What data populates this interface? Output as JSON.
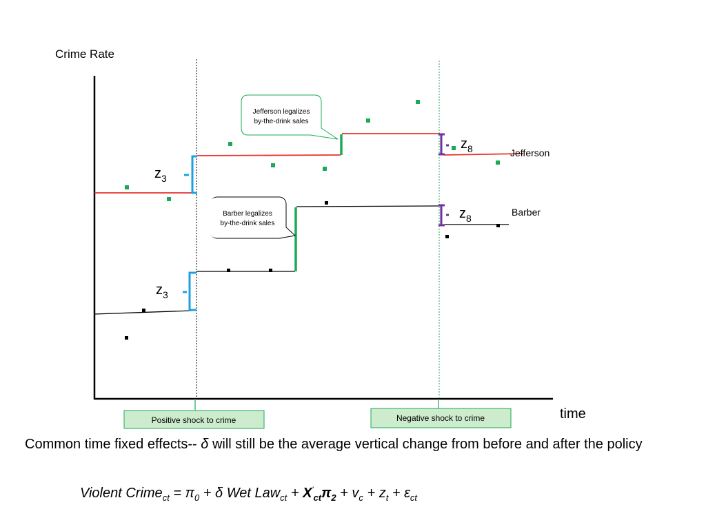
{
  "diagram": {
    "y_axis_label": "Crime Rate",
    "x_axis_label": "time",
    "series": {
      "jefferson": {
        "name": "Jefferson",
        "color": "#e8312a",
        "point_color": "#1aaa55"
      },
      "barber": {
        "name": "Barber",
        "color": "#000000",
        "point_color": "#000000"
      }
    },
    "time_effects": {
      "z3_label": "z",
      "z3_sub": "3",
      "z8_label": "z",
      "z8_sub": "8",
      "z3_color": "#1ba1e2",
      "z8_color": "#7030a0"
    },
    "callouts": {
      "jefferson": [
        "Jefferson legalizes",
        "by-the-drink sales"
      ],
      "barber": [
        "Barber legalizes",
        "by-the-drink sales"
      ],
      "callout_border_jefferson": "#1aaa55",
      "callout_border_barber": "#000000"
    },
    "shocks": {
      "positive": "Positive shock to crime",
      "negative": "Negative shock to crime",
      "box_fill": "#cdeccd",
      "box_border": "#1aaa55"
    },
    "policy_jump_color": "#1aaa55"
  },
  "caption": {
    "prefix": "Common time fixed effects-- ",
    "symbol": "δ",
    "suffix": " will still be the average vertical change from before and after the policy"
  },
  "formula": {
    "lhs": "Violent Crime",
    "lhs_sub": "ct",
    "eq": " = ",
    "pi0": "π",
    "pi0_sub": "0",
    "plus1": " + ",
    "delta": "δ",
    "wet": " Wet Law",
    "wet_sub": "ct",
    "plus2": " + ",
    "x": "X",
    "x_sup": "'",
    "x_sub": "ct",
    "pi2": "π",
    "pi2_sub": "2",
    "plus3": " + ",
    "v": "v",
    "v_sub": "c",
    "plus4": " + ",
    "z": "z",
    "z_sub": "t",
    "plus5": " + ",
    "eps": "ε",
    "eps_sub": "ct"
  }
}
